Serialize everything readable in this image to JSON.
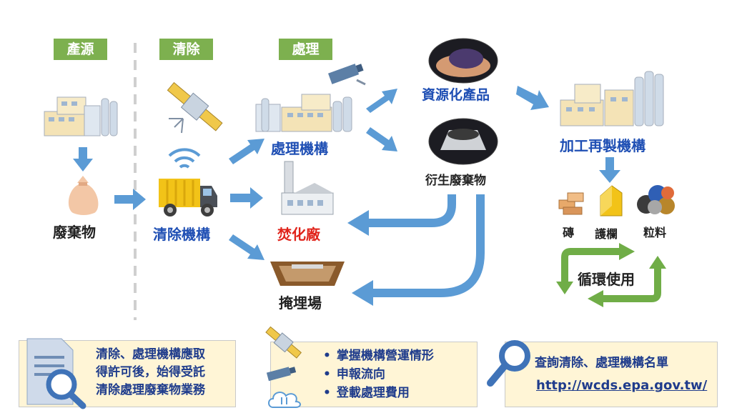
{
  "stages": {
    "source": "產源",
    "clearance": "清除",
    "treatment": "處理"
  },
  "nodes": {
    "waste": "廢棄物",
    "clearance_org": "清除機構",
    "treatment_org": "處理機構",
    "incinerator": "焚化廠",
    "landfill": "掩埋場",
    "resource_product": "資源化產品",
    "derived_waste": "衍生廢棄物",
    "reprocessing_org": "加工再製機構",
    "brick": "磚",
    "guardrail": "護欄",
    "granules": "粒料",
    "recycle": "循環使用"
  },
  "info": {
    "permit_lines": [
      "清除、處理機構應取",
      "得許可後，始得受託",
      "清除處理廢棄物業務"
    ],
    "monitor_items": [
      "掌握機構營運情形",
      "申報流向",
      "登載處理費用"
    ],
    "query_title": "查詢清除、處理機構名單",
    "query_url": "http://wcds.epa.gov.tw/"
  },
  "colors": {
    "stage_green": "#7db04f",
    "arrow_blue": "#5b9bd5",
    "label_blue": "#1f4fb4",
    "label_red": "#e0241b",
    "recycle_green": "#70ad47",
    "info_bg": "#fff5d6"
  },
  "icons": [
    "factory-icon",
    "garbage-bag-icon",
    "satellite-icon",
    "wifi-signal-icon",
    "garbage-truck-icon",
    "cctv-camera-icon",
    "incinerator-icon",
    "landfill-icon",
    "document-search-icon",
    "cloud-icon",
    "magnifier-icon",
    "recycle-arrows-icon"
  ]
}
